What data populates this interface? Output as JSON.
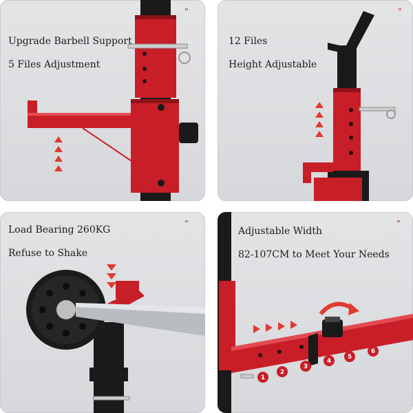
{
  "panels": [
    {
      "id": "barbell-support",
      "title": "Upgrade Barbell Support",
      "subtitle": "5 Files Adjustment",
      "mark": "\""
    },
    {
      "id": "height-adjust",
      "title": "12 Files",
      "subtitle": "Height Adjustable",
      "mark": "\""
    },
    {
      "id": "load-bearing",
      "title": "Load Bearing 260KG",
      "subtitle": "Refuse to Shake",
      "mark": "\""
    },
    {
      "id": "adjustable-width",
      "title": "Adjustable Width",
      "subtitle": "82-107CM to Meet Your Needs",
      "mark": "\"",
      "steps": [
        "1",
        "2",
        "3",
        "4",
        "5",
        "6"
      ]
    }
  ],
  "colors": {
    "frame_red": "#c81e28",
    "frame_black": "#1a1a1a",
    "arrow_red": "#e03a32",
    "background": "#dcdee1"
  }
}
